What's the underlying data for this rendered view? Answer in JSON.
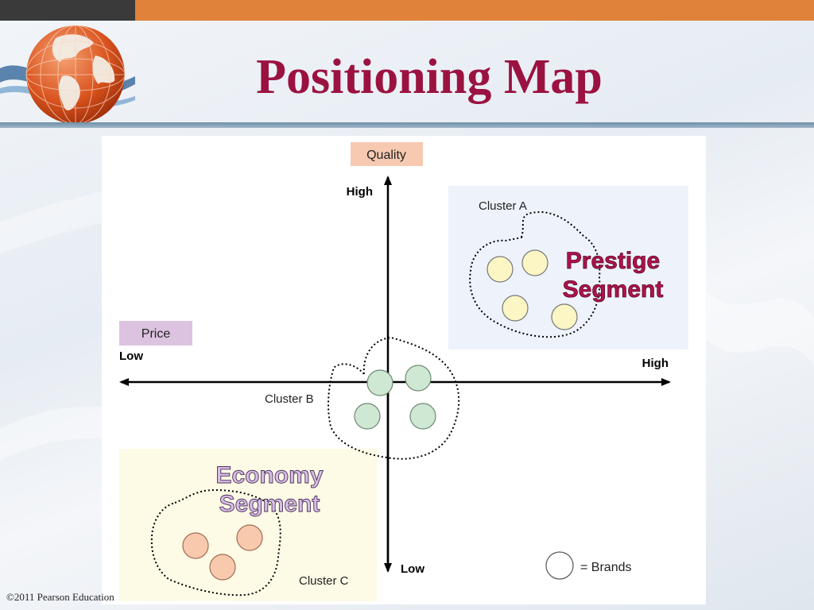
{
  "slide": {
    "title": "Positioning Map",
    "footer": "©2011 Pearson Education"
  },
  "colors": {
    "title": "#9b1240",
    "topbar_orange": "#e0823a",
    "topbar_dark": "#3a3a3a",
    "quality_box": "#f7c9b0",
    "price_box": "#dcc3e0",
    "cluster_a_fill": "#fbf6c4",
    "cluster_b_fill": "#cfe8d3",
    "cluster_c_fill": "#f9c9ae",
    "prestige_panel": "#eef3fb",
    "economy_panel": "#fdfbe6",
    "prestige_text": "#b0124f",
    "economy_text": "#c9a6d8"
  },
  "diagram": {
    "y_axis_label": "Quality",
    "y_high": "High",
    "y_low": "Low",
    "x_axis_label": "Price",
    "x_low": "Low",
    "x_high": "High",
    "cluster_a_label": "Cluster A",
    "cluster_b_label": "Cluster B",
    "cluster_c_label": "Cluster C",
    "prestige_line1": "Prestige",
    "prestige_line2": "Segment",
    "economy_line1": "Economy",
    "economy_line2": "Segment",
    "legend_label": "= Brands"
  }
}
